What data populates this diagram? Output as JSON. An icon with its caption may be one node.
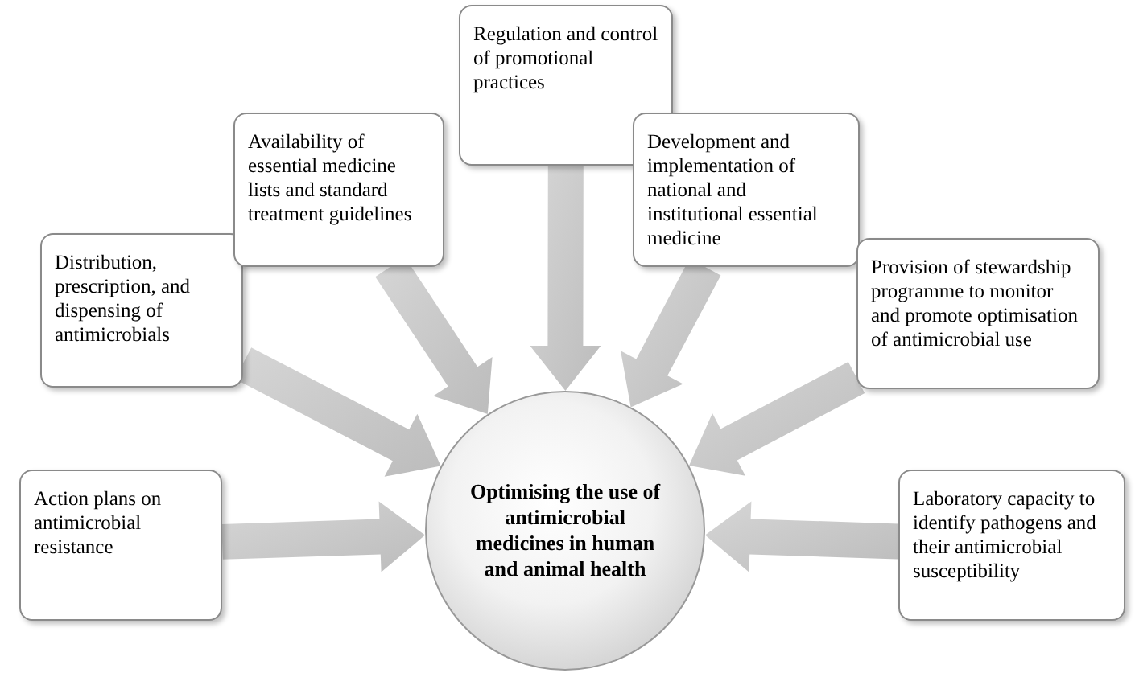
{
  "diagram": {
    "nodes": [
      {
        "text": [
          "Action plans on antimicrobial resistance"
        ]
      },
      {
        "text": [
          "Distribution, prescription, and dispensing of antimicrobials"
        ]
      },
      {
        "text": [
          "Availability of essential medicine lists and standard treatment guidelines"
        ]
      },
      {
        "text": [
          "Regulation and control of promotional practices"
        ]
      },
      {
        "text": [
          "Development and implementation of national and institutional essential medicine"
        ]
      },
      {
        "text": [
          "Provision of stewardship programme to monitor and promote optimisation of antimicrobial use"
        ]
      },
      {
        "text": [
          "Laboratory capacity to identify pathogens and their antimicrobial susceptibility"
        ]
      },
      {
        "text": [
          "Optimising the use of antimicrobial medicines in human and animal health"
        ]
      }
    ],
    "edges": [
      {
        "from": 0,
        "to": 7,
        "arrow": "to",
        "style": "thick"
      },
      {
        "from": 1,
        "to": 7,
        "arrow": "to",
        "style": "thick"
      },
      {
        "from": 2,
        "to": 7,
        "arrow": "to",
        "style": "thick"
      },
      {
        "from": 3,
        "to": 7,
        "arrow": "to",
        "style": "thick"
      },
      {
        "from": 4,
        "to": 7,
        "arrow": "to",
        "style": "thick"
      },
      {
        "from": 5,
        "to": 7,
        "arrow": "to",
        "style": "thick"
      },
      {
        "from": 6,
        "to": 7,
        "arrow": "to",
        "style": "thick"
      }
    ]
  }
}
